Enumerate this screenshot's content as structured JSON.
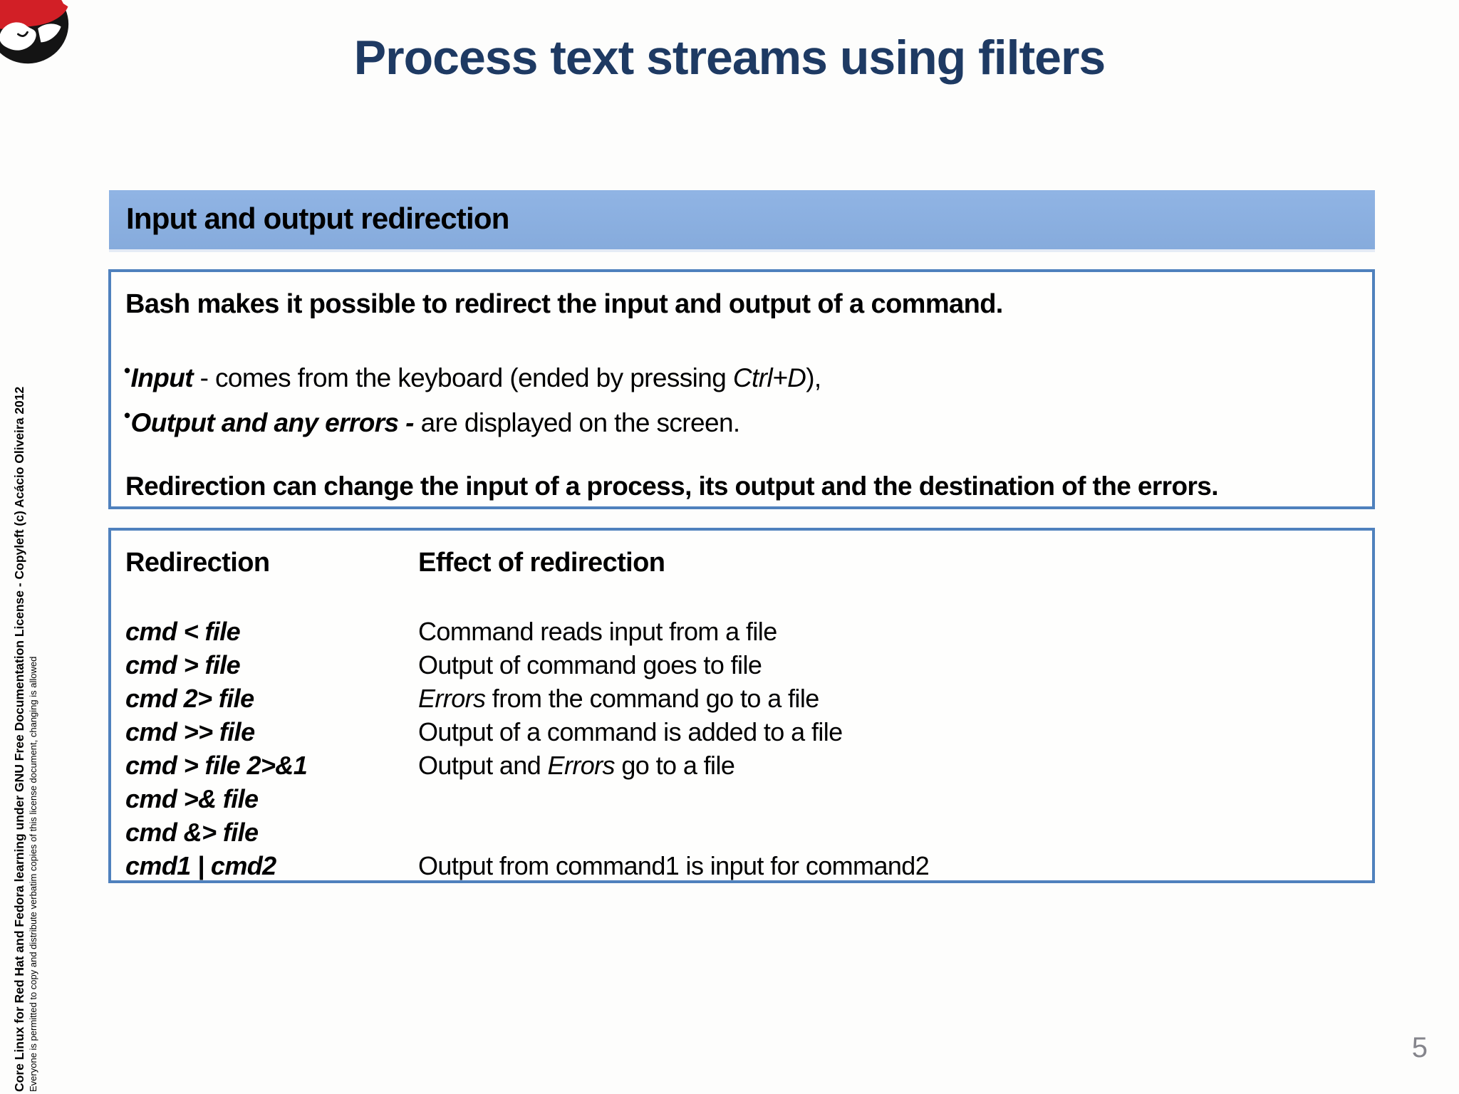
{
  "slide": {
    "title": "Process text streams using filters",
    "section_header": "Input and output redirection",
    "page_number": "5",
    "logo": "redhat-shadowman-logo"
  },
  "colors": {
    "title_text": "#1e3a63",
    "section_bar_bg": "#8db3e2",
    "box_border": "#4f81bd",
    "logo_red": "#d21f26",
    "page_number_text": "#85858c"
  },
  "intro_box": {
    "heading": "Bash makes it possible to redirect the input and output of a command.",
    "bullets": [
      {
        "marker": "•",
        "segments": [
          {
            "t": "Input",
            "b": true,
            "i": true
          },
          {
            "t": " - comes from the keyboard (ended by pressing "
          },
          {
            "t": "Ctrl+D",
            "i": true
          },
          {
            "t": "),"
          }
        ]
      },
      {
        "marker": "•",
        "segments": [
          {
            "t": "Output and any errors - ",
            "b": true,
            "i": true
          },
          {
            "t": "are displayed on the screen."
          }
        ]
      }
    ],
    "footer": "Redirection can change the input of a process, its output and the destination of the errors."
  },
  "table_box": {
    "header": {
      "col1": "Redirection",
      "col2": "Effect of redirection"
    },
    "rows": [
      {
        "cmd": "cmd < file",
        "effect": [
          {
            "t": "Command reads input from a file"
          }
        ]
      },
      {
        "cmd": "cmd > file",
        "effect": [
          {
            "t": "Output of command goes to file"
          }
        ]
      },
      {
        "cmd": "cmd 2> file",
        "effect": [
          {
            "t": "Errors",
            "i": true
          },
          {
            "t": " from the command go to a file"
          }
        ]
      },
      {
        "cmd": "cmd >> file",
        "effect": [
          {
            "t": "Output of a command is added to a file"
          }
        ]
      },
      {
        "cmd": "cmd > file 2>&1",
        "effect": [
          {
            "t": "Output and "
          },
          {
            "t": "Errors",
            "i": true
          },
          {
            "t": " go to a file"
          }
        ]
      },
      {
        "cmd": "cmd >& file",
        "effect": []
      },
      {
        "cmd": "cmd &> file",
        "effect": []
      },
      {
        "cmd": "cmd1 | cmd2",
        "effect": [
          {
            "t": "Output from command1 is input for command2"
          }
        ]
      }
    ]
  },
  "sidebar": {
    "line1": "Core Linux for Red Hat and Fedora learning under GNU Free Documentation License  - Copyleft (c) Acácio Oliveira 2012",
    "line2": "Everyone is permitted to copy and distribute verbatim copies of this license document, changing is allowed"
  }
}
